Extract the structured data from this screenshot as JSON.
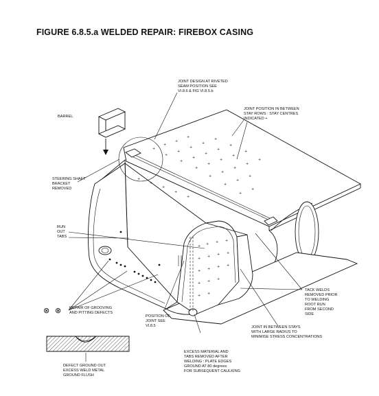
{
  "figure": {
    "title": "FIGURE 6.8.5.a WELDED REPAIR: FIREBOX CASING"
  },
  "labels": {
    "barrel": [
      "BARREL"
    ],
    "joint_design": [
      "JOINT DESIGN AT RIVETED",
      "SEAM POSITION SEE",
      "VI.8.6  &  FIG VI.8.5.b"
    ],
    "joint_position": [
      "JOINT POSITION IN BETWEEN",
      "STAY ROWS  :  STAY CENTRES",
      "INDICATED  +"
    ],
    "steering": [
      "STEERING SHAFT",
      "BRACKET",
      "REMOVED"
    ],
    "run_out": [
      "RUN",
      "OUT",
      "TABS"
    ],
    "repair": [
      "REPAIR OF GROOVING",
      "AND PITTING DEFECTS"
    ],
    "position_joint": [
      "POSITION OF",
      "JOINT SEE",
      "VI.8.5"
    ],
    "tack_welds": [
      "TACK WELDS",
      "REMOVED PRIOR",
      "TO WELDING",
      "ROOT RUN",
      "FROM SECOND",
      "SIDE"
    ],
    "joint_stays": [
      "JOINT IN BETWEEN STAYS",
      "WITH LARGE RADIUS TO",
      "MINIMISE STRESS CONCENTRATIONS"
    ],
    "excess": [
      "EXCESS MATERIAL AND",
      "TABS REMOVED AFTER",
      "WELDING : PLATE EDGES",
      "GROUND AT 80 degrees",
      "FOR SUBSEQUENT CAULKING"
    ],
    "defect": [
      "DEFECT GROUND OUT",
      "EXCESS WELD METAL",
      "GROUND FLUSH"
    ]
  },
  "symbols": {
    "stay_marker": "+",
    "repair_marker": "⊗"
  },
  "colors": {
    "ink": "#111111",
    "paper": "#ffffff"
  }
}
